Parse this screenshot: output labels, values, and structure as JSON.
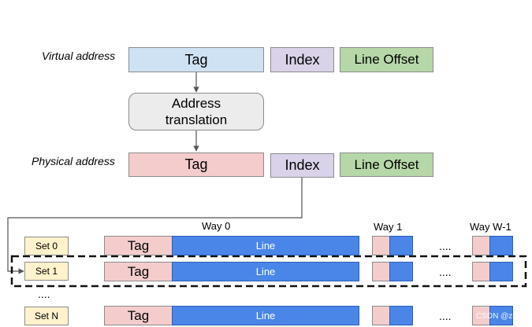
{
  "virtual_address": {
    "label": "Virtual address",
    "tag": "Tag",
    "index": "Index",
    "line_offset": "Line Offset"
  },
  "translation": {
    "line1": "Address",
    "line2": "translation"
  },
  "physical_address": {
    "label": "Physical address",
    "tag": "Tag",
    "index": "Index",
    "line_offset": "Line Offset"
  },
  "ways": {
    "way0": "Way 0",
    "way1": "Way 1",
    "wayw": "Way W-1"
  },
  "sets": [
    {
      "label": "Set 0",
      "tag": "Tag",
      "line": "Line",
      "ellipsis": "...."
    },
    {
      "label": "Set 1",
      "tag": "Tag",
      "line": "Line",
      "ellipsis": "...."
    },
    {
      "label": "Set N",
      "tag": "Tag",
      "line": "Line",
      "ellipsis": "...."
    }
  ],
  "set_ellipsis": "....",
  "watermark": "CSDN @zs.w",
  "colors": {
    "tag": "#f4cccc",
    "virtual_tag": "#cfe2f3",
    "index": "#d9d2e9",
    "line_offset": "#b6d7a8",
    "set": "#fff2cc",
    "line": "#4a86e8",
    "translation": "#ececec"
  }
}
